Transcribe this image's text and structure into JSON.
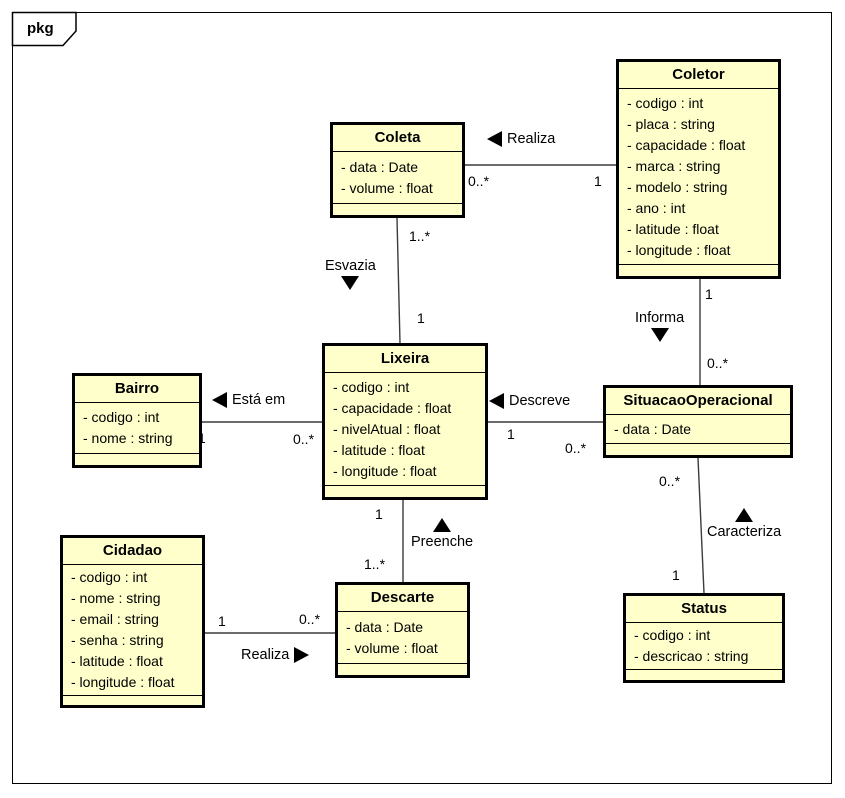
{
  "frame": {
    "tab_label": "pkg"
  },
  "colors": {
    "class_fill": "#FFFFCC",
    "class_border": "#000000",
    "line_color": "#3c3c3c"
  },
  "classes": {
    "coletor": {
      "name": "Coletor",
      "attributes": [
        "- codigo : int",
        "- placa : string",
        "- capacidade : float",
        "- marca : string",
        "- modelo : string",
        "- ano : int",
        "- latitude : float",
        "- longitude : float"
      ]
    },
    "coleta": {
      "name": "Coleta",
      "attributes": [
        "- data : Date",
        "- volume : float"
      ]
    },
    "lixeira": {
      "name": "Lixeira",
      "attributes": [
        "- codigo : int",
        "- capacidade : float",
        "- nivelAtual : float",
        "- latitude : float",
        "- longitude : float"
      ]
    },
    "bairro": {
      "name": "Bairro",
      "attributes": [
        "- codigo : int",
        "- nome : string"
      ]
    },
    "situacao": {
      "name": "SituacaoOperacional",
      "attributes": [
        "- data : Date"
      ]
    },
    "cidadao": {
      "name": "Cidadao",
      "attributes": [
        "- codigo : int",
        "- nome : string",
        "- email : string",
        "- senha : string",
        "- latitude : float",
        "- longitude : float"
      ]
    },
    "descarte": {
      "name": "Descarte",
      "attributes": [
        "- data : Date",
        "- volume : float"
      ]
    },
    "status": {
      "name": "Status",
      "attributes": [
        "- codigo : int",
        "- descricao : string"
      ]
    }
  },
  "associations": {
    "realiza_coleta": {
      "label": "Realiza",
      "mult_coleta": "0..*",
      "mult_coletor": "1"
    },
    "esvazia": {
      "label": "Esvazia",
      "mult_coleta": "1..*",
      "mult_lixeira": "1"
    },
    "informa": {
      "label": "Informa",
      "mult_coletor": "1",
      "mult_situacao": "0..*"
    },
    "esta_em": {
      "label": "Está em",
      "mult_bairro": "1",
      "mult_lixeira": "0..*"
    },
    "descreve": {
      "label": "Descreve",
      "mult_lixeira": "1",
      "mult_situacao": "0..*"
    },
    "preenche": {
      "label": "Preenche",
      "mult_lixeira": "1",
      "mult_descarte": "1..*"
    },
    "realiza_descarte": {
      "label": "Realiza",
      "mult_cidadao": "1",
      "mult_descarte": "0..*"
    },
    "caracteriza": {
      "label": "Caracteriza",
      "mult_situacao": "0..*",
      "mult_status": "1"
    }
  }
}
